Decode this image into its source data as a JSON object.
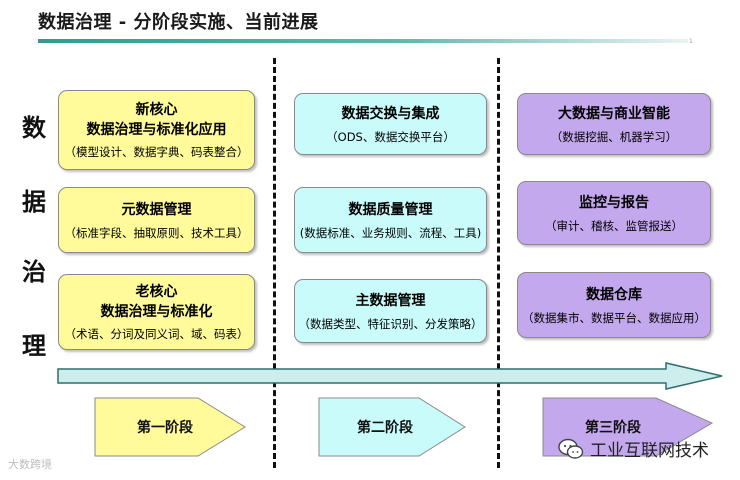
{
  "header": {
    "title": "数据治理 - 分阶段实施、当前进展",
    "page_number": "1"
  },
  "side_label": [
    "数",
    "据",
    "治",
    "理"
  ],
  "columns": [
    {
      "boxes": [
        {
          "title_lines": [
            "新核心",
            "数据治理与标准化应用"
          ],
          "subtitle": "（模型设计、数据字典、码表整合）"
        },
        {
          "title_lines": [
            "元数据管理"
          ],
          "subtitle": "（标准字段、抽取原则、技术工具）"
        },
        {
          "title_lines": [
            "老核心",
            "数据治理与标准化"
          ],
          "subtitle": "（术语、分词及同义词、域、码表）"
        }
      ],
      "phase": "第一阶段"
    },
    {
      "boxes": [
        {
          "title_lines": [
            "数据交换与集成"
          ],
          "subtitle": "（ODS、数据交换平台）"
        },
        {
          "title_lines": [
            "数据质量管理"
          ],
          "subtitle": "(数据标准、业务规则、流程、工具)"
        },
        {
          "title_lines": [
            "主数据管理"
          ],
          "subtitle": "（数据类型、特征识别、分发策略）"
        }
      ],
      "phase": "第二阶段"
    },
    {
      "boxes": [
        {
          "title_lines": [
            "大数据与商业智能"
          ],
          "subtitle": "（数据挖掘、机器学习）"
        },
        {
          "title_lines": [
            "监控与报告"
          ],
          "subtitle": "（审计、稽核、监管报送）"
        },
        {
          "title_lines": [
            "数据仓库"
          ],
          "subtitle": "（数据集市、数据平台、数据应用）"
        }
      ],
      "phase": "第三阶段"
    }
  ],
  "watermarks": {
    "left": "大数跨境",
    "right": "工业互联网技术"
  },
  "colors": {
    "phase1": "#fffb9a",
    "phase2": "#c9fbfb",
    "phase3": "#c4a8ee",
    "timeline_arrow": "#cdeeed",
    "title_bar": "#2f9c8f"
  },
  "icons": [
    "wechat-icon"
  ]
}
